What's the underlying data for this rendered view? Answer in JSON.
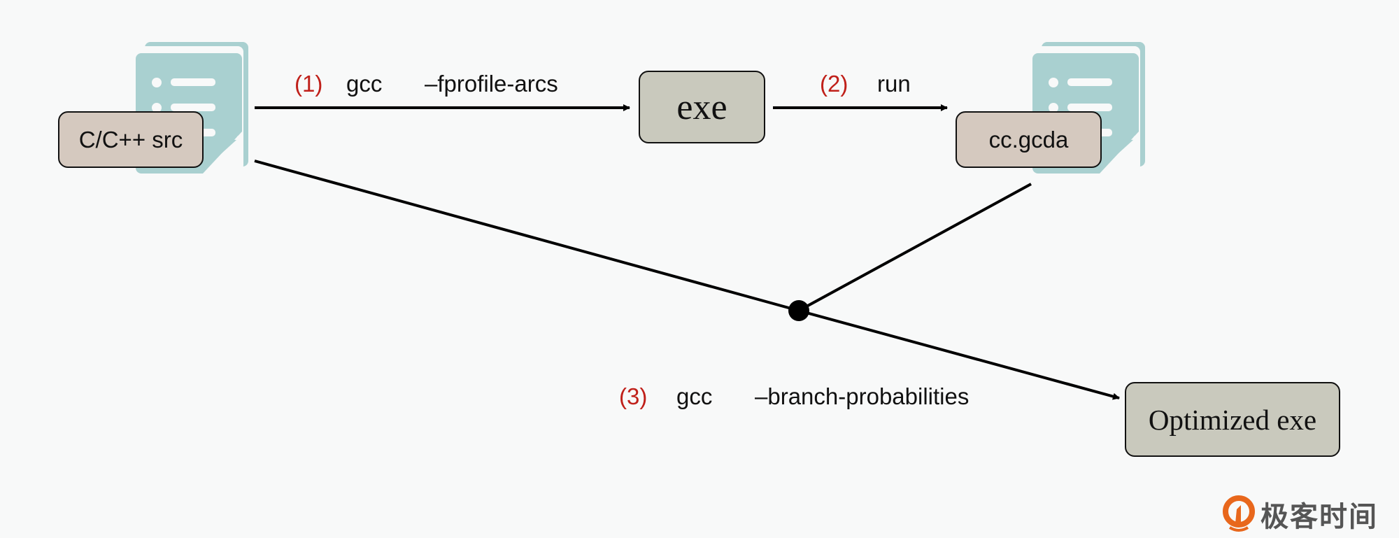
{
  "nodes": {
    "src": "C/C++ src",
    "exe": "exe",
    "gcda": "cc.gcda",
    "optimized": "Optimized exe"
  },
  "steps": [
    {
      "num": "(1)",
      "cmd": "gcc",
      "flag": "–fprofile-arcs"
    },
    {
      "num": "(2)",
      "cmd": "run"
    },
    {
      "num": "(3)",
      "cmd": "gcc",
      "flag": "–branch-probabilities"
    }
  ],
  "logo": {
    "text": "极客时间"
  },
  "colors": {
    "doc": "#a9d0d0",
    "file_box": "#d5c9bf",
    "exe_box": "#c9c9bd",
    "step_num": "#c0201a",
    "logo": "#e8671c"
  }
}
